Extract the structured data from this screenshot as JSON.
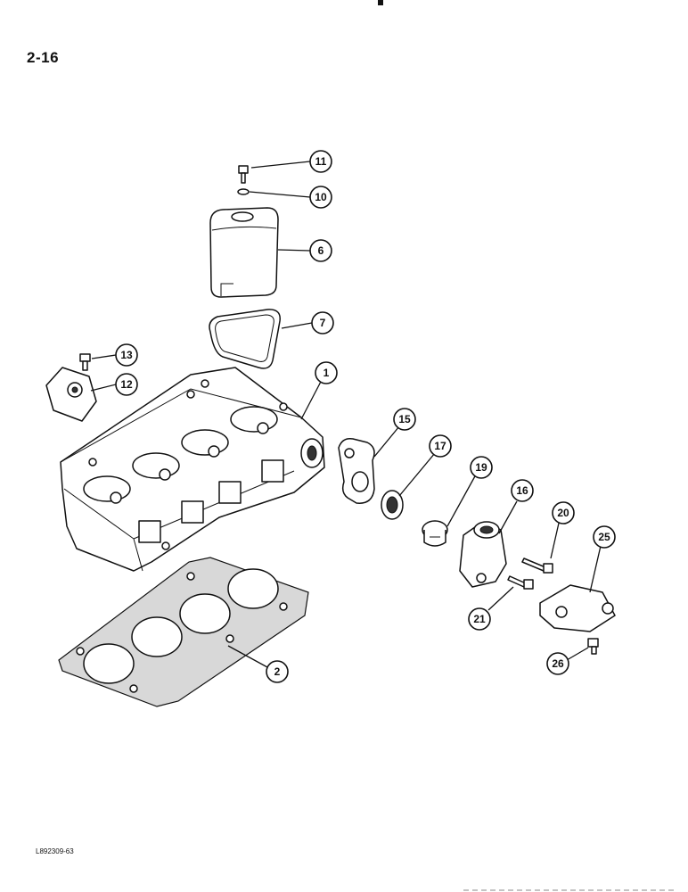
{
  "page_number": "2-16",
  "figure_code": "L892309-63",
  "callouts": [
    {
      "label": "11"
    },
    {
      "label": "10"
    },
    {
      "label": "6"
    },
    {
      "label": "7"
    },
    {
      "label": "13"
    },
    {
      "label": "12"
    },
    {
      "label": "1"
    },
    {
      "label": "15"
    },
    {
      "label": "17"
    },
    {
      "label": "19"
    },
    {
      "label": "16"
    },
    {
      "label": "20"
    },
    {
      "label": "25"
    },
    {
      "label": "21"
    },
    {
      "label": "26"
    },
    {
      "label": "2"
    }
  ]
}
